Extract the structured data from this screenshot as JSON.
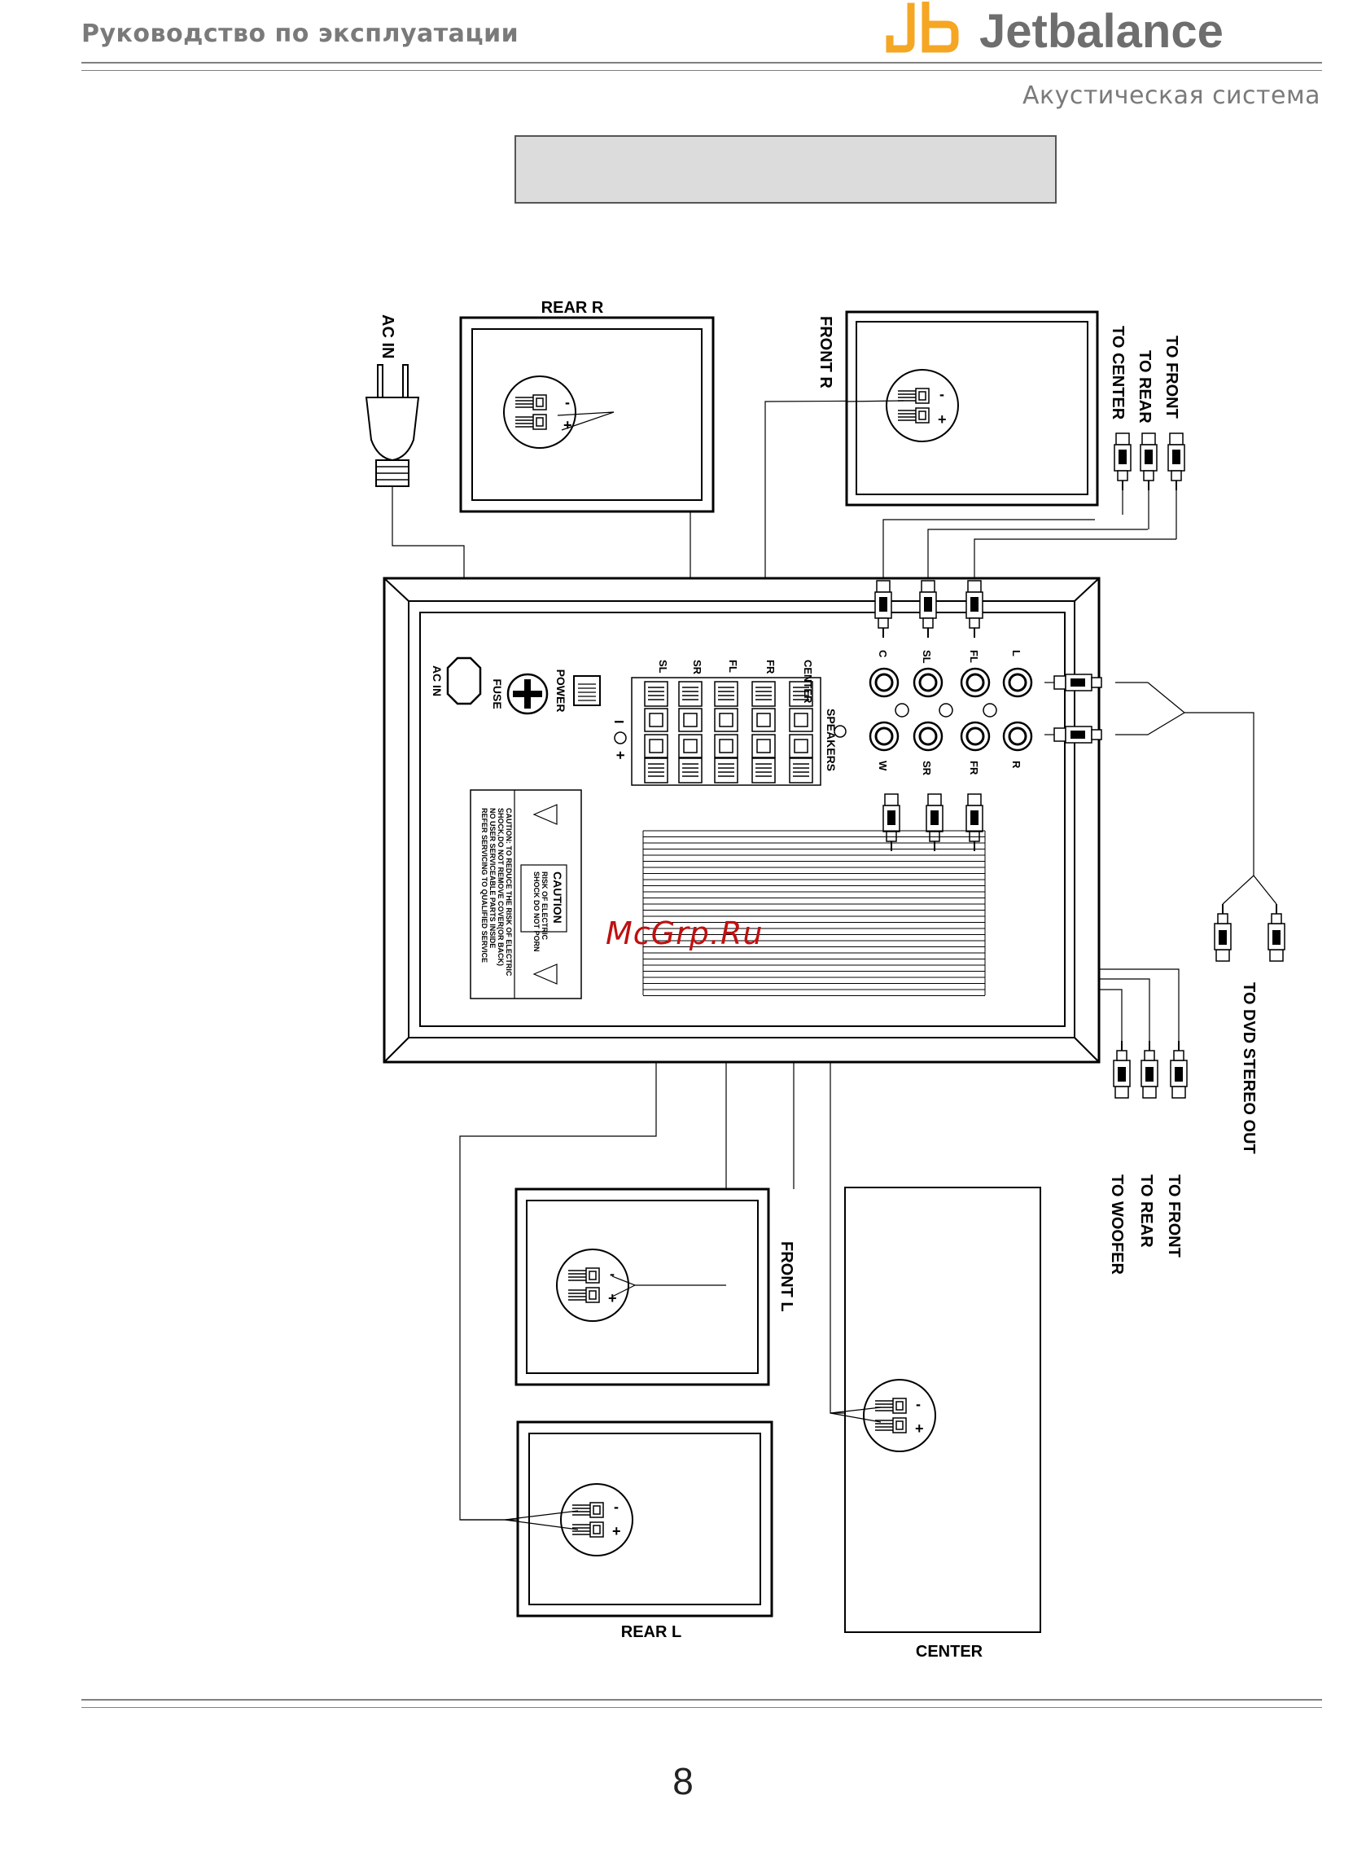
{
  "header": {
    "title": "Руководство по эксплуатации",
    "brand": "Jetbalance",
    "subtitle": "Акустическая система"
  },
  "colors": {
    "brand_orange": "#f5a623",
    "brand_gray": "#6e6e6e",
    "header_text": "#7a7a7a",
    "title_box": "#dcdcdc",
    "watermark": "#c01010"
  },
  "diagram": {
    "speakers": {
      "rear_r": "REAR R",
      "front_r": "FRONT  R",
      "front_l": "FRONT L",
      "rear_l": "REAR   L",
      "center": "CENTER"
    },
    "terminal_signs": {
      "minus": "-",
      "plus": "+"
    },
    "ac_in": "AC IN",
    "top_cables": {
      "to_front": "TO FRONT",
      "to_rear": "TO REAR",
      "to_center": "TO CENTER"
    },
    "bottom_cables": {
      "to_front": "TO FRONT",
      "to_rear": "TO  REAR",
      "to_woofer": "TO WOOFER"
    },
    "dvd_out": "TO DVD STEREO OUT",
    "panel": {
      "ac_in": "AC IN",
      "fuse": "FUSE",
      "power": "POWER",
      "speakers": "SPEAKERS",
      "switch_off": "I",
      "switch_on": "+",
      "terminal_labels": [
        "SL",
        "SR",
        "FL",
        "FR",
        "CENTER"
      ],
      "rca_top_labels": [
        "C",
        "SL",
        "FL",
        "L"
      ],
      "rca_bottom_labels": [
        "W",
        "SR",
        "FR",
        "R"
      ],
      "caution": {
        "title": "CAUTION",
        "sub1": "RISK OF ELECTRIC",
        "sub2": "SHOCK DO NOT PORN",
        "line1": "CAUTION: TO REDUCE THE RISK OF ELECTRIC",
        "line2": "SHOCK,DO NOT REMOVE COVER(OR BACK)",
        "line3": "NO USER SERVICEABLE PARTS INSIDE",
        "line4": "REFER SERVICING TO QUALIFIED SERVICE"
      }
    }
  },
  "watermark": "McGrp.Ru",
  "page_number": "8"
}
